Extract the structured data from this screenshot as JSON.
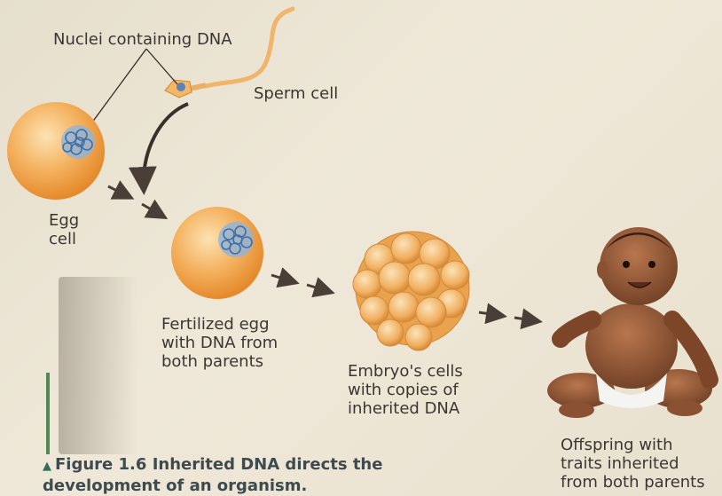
{
  "labels": {
    "nuclei": "Nuclei containing DNA",
    "sperm": "Sperm cell",
    "egg": "Egg\ncell",
    "fertilized": "Fertilized egg\nwith DNA from\nboth parents",
    "embryo": "Embryo's cells\nwith copies of\ninherited DNA",
    "offspring": "Offspring with\ntraits inherited\nfrom both parents"
  },
  "caption": {
    "number": "Figure 1.6",
    "title": "Inherited DNA directs the development of an organism."
  },
  "colors": {
    "cell_orange": "#f2a24a",
    "nucleus_blue": "#5a84b8",
    "arrow": "#4a3f37",
    "accent_green": "#4f8a52"
  }
}
